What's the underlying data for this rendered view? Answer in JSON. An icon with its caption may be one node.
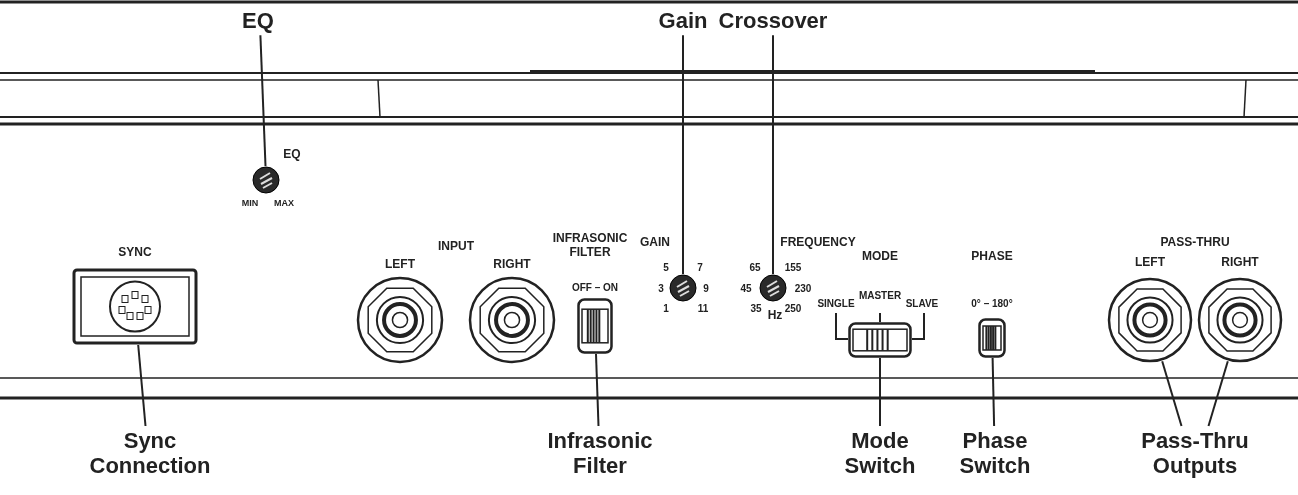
{
  "diagram": {
    "nodes": [
      {
        "text": [
          "EQ"
        ]
      },
      {
        "text": [
          "Gain"
        ]
      },
      {
        "text": [
          "Crossover"
        ]
      },
      {
        "text": [
          "Sync Connection"
        ]
      },
      {
        "text": [
          "Infrasonic Filter"
        ]
      },
      {
        "text": [
          "Mode Switch"
        ]
      },
      {
        "text": [
          "Phase Switch"
        ]
      },
      {
        "text": [
          "Pass-Thru Outputs"
        ]
      },
      {
        "text": [],
        "shape": "box",
        "beside": [
          "SYNC"
        ]
      },
      {
        "text": [],
        "shape": "circle",
        "beside": [
          "EQ",
          "MIN",
          "MAX"
        ]
      },
      {
        "text": [],
        "shape": "circle",
        "beside": [
          "LEFT"
        ]
      },
      {
        "text": [],
        "shape": "circle",
        "beside": [
          "RIGHT"
        ]
      },
      {
        "text": [],
        "shape": "box",
        "beside": [
          "INFRASONIC FILTER",
          "OFF – ON"
        ]
      },
      {
        "text": [],
        "shape": "circle",
        "beside": [
          "GAIN",
          "5",
          "7",
          "3",
          "9",
          "1",
          "11"
        ]
      },
      {
        "text": [],
        "shape": "circle",
        "beside": [
          "FREQUENCY",
          "65",
          "155",
          "45",
          "230",
          "35",
          "250",
          "Hz"
        ]
      },
      {
        "text": [],
        "shape": "box",
        "beside": [
          "MODE",
          "MASTER",
          "SINGLE",
          "SLAVE"
        ]
      },
      {
        "text": [],
        "shape": "box",
        "beside": [
          "PHASE",
          "0° – 180°"
        ]
      },
      {
        "text": [],
        "shape": "circle",
        "beside": [
          "LEFT"
        ]
      },
      {
        "text": [],
        "shape": "circle",
        "beside": [
          "RIGHT"
        ]
      }
    ],
    "edges": [
      {
        "from": 0,
        "to": 9,
        "arrow": "none"
      },
      {
        "from": 1,
        "to": 13,
        "arrow": "none"
      },
      {
        "from": 2,
        "to": 14,
        "arrow": "none"
      },
      {
        "from": 3,
        "to": 8,
        "arrow": "none"
      },
      {
        "from": 4,
        "to": 12,
        "arrow": "none"
      },
      {
        "from": 5,
        "to": 15,
        "arrow": "none"
      },
      {
        "from": 6,
        "to": 16,
        "arrow": "none"
      },
      {
        "from": 7,
        "to": 17,
        "arrow": "none"
      },
      {
        "from": 7,
        "to": 18,
        "arrow": "none"
      }
    ],
    "labels": [
      "INPUT",
      "PASS-THRU"
    ]
  }
}
